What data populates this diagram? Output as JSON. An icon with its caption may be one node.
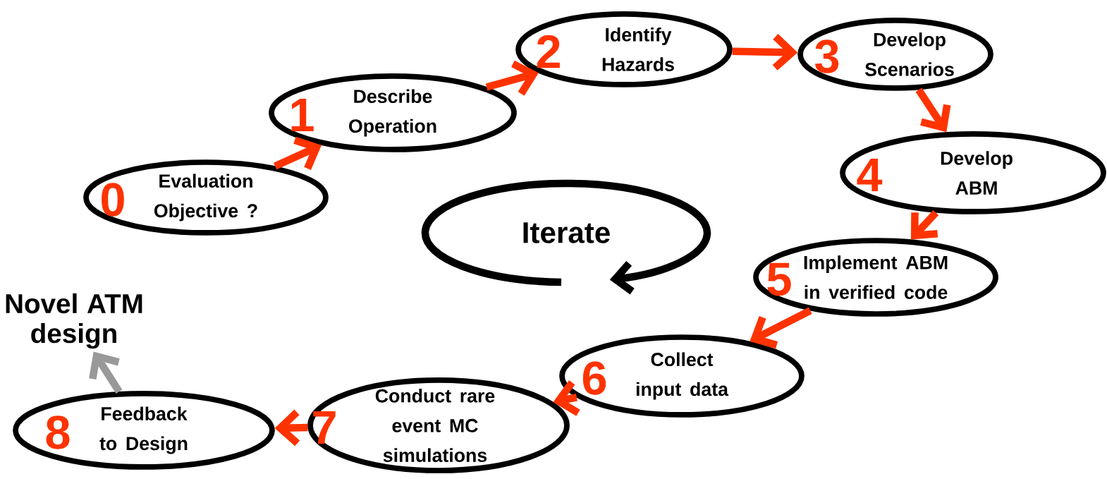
{
  "diagram": {
    "nodes": [
      {
        "text": [
          "0",
          "Evaluation Objective ?"
        ]
      },
      {
        "text": [
          "1",
          "Describe Operation"
        ]
      },
      {
        "text": [
          "2",
          "Identify Hazards"
        ]
      },
      {
        "text": [
          "3",
          "Develop Scenarios"
        ]
      },
      {
        "text": [
          "4",
          "Develop ABM"
        ]
      },
      {
        "text": [
          "5",
          "Implement ABM in verified code"
        ]
      },
      {
        "text": [
          "6",
          "Collect  input data"
        ]
      },
      {
        "text": [
          "7",
          "Conduct rare event MC simulations"
        ]
      },
      {
        "text": [
          "8",
          "Feedback to Design"
        ]
      },
      {
        "text": [
          "Novel ATM design"
        ]
      },
      {
        "text": [
          "Iterate"
        ]
      }
    ],
    "edges": [
      {
        "from": 0,
        "to": 1,
        "arrow": "to"
      },
      {
        "from": 1,
        "to": 2,
        "arrow": "to"
      },
      {
        "from": 2,
        "to": 3,
        "arrow": "to"
      },
      {
        "from": 3,
        "to": 4,
        "arrow": "to"
      },
      {
        "from": 4,
        "to": 5,
        "arrow": "to"
      },
      {
        "from": 5,
        "to": 6,
        "arrow": "to"
      },
      {
        "from": 6,
        "to": 7,
        "arrow": "to"
      },
      {
        "from": 7,
        "to": 8,
        "arrow": "to"
      },
      {
        "from": 8,
        "to": 9,
        "arrow": "to",
        "color": "#999999"
      }
    ]
  }
}
